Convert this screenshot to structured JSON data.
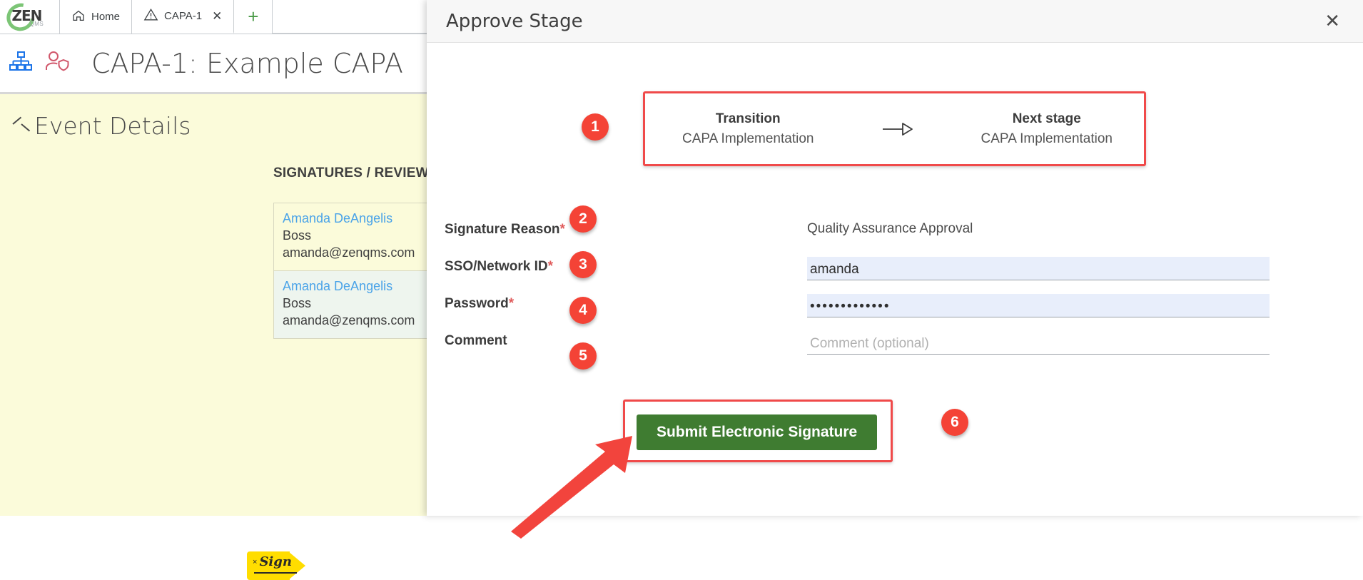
{
  "browser": {
    "brand": {
      "name": "ZEN",
      "sub": "QMS"
    },
    "tabs": [
      {
        "label": "Home",
        "icon": "home-icon",
        "active": false,
        "closable": false
      },
      {
        "label": "CAPA-1",
        "icon": "warning-triangle-icon",
        "active": true,
        "closable": true,
        "close_glyph": "✕"
      }
    ],
    "new_tab_glyph": "+"
  },
  "page": {
    "title": "CAPA-1: Example CAPA",
    "icons": [
      "org-chart-icon",
      "person-shield-icon"
    ],
    "section_heading": "Event Details"
  },
  "signatures": {
    "title": "SIGNATURES / REVIEW",
    "cards": [
      {
        "name": "Amanda DeAngelis",
        "role": "Boss",
        "email": "amanda@zenqms.com",
        "background": "#fbfbda"
      },
      {
        "name": "Amanda DeAngelis",
        "role": "Boss",
        "email": "amanda@zenqms.com",
        "background": "#eef5ee"
      }
    ],
    "sign_tag": {
      "x_mark": "×",
      "label": "Sign",
      "color": "#ffdd00"
    }
  },
  "modal": {
    "title": "Approve Stage",
    "close_glyph": "✕",
    "transition": {
      "from_heading": "Transition",
      "from_value": "CAPA Implementation",
      "arrow_icon": "arrow-right-outline-icon",
      "to_heading": "Next stage",
      "to_value": "CAPA Implementation"
    },
    "form": {
      "fields": [
        {
          "label": "Signature Reason",
          "required": true,
          "value": "Quality Assurance Approval",
          "type": "readonly-text"
        },
        {
          "label": "SSO/Network ID",
          "required": true,
          "value": "amanda",
          "type": "text",
          "placeholder": ""
        },
        {
          "label": "Password",
          "required": true,
          "value": "•••••••••••••",
          "type": "password",
          "placeholder": ""
        },
        {
          "label": "Comment",
          "required": false,
          "value": "",
          "type": "text",
          "placeholder": "Comment (optional)"
        }
      ],
      "required_marker": "*"
    },
    "submit_label": "Submit Electronic Signature"
  },
  "annotations": {
    "badges": [
      "1",
      "2",
      "3",
      "4",
      "5",
      "6"
    ],
    "accent_color": "#f44336",
    "outline_color": "#f04a4a",
    "arrow_color": "#f2443d"
  },
  "colors": {
    "modal_header_bg": "#f7f7f7",
    "panel_bg": "#fbfbda",
    "input_bg": "#e8eefb",
    "submit_bg": "#3f7c31",
    "link_blue": "#4aa3e8"
  }
}
